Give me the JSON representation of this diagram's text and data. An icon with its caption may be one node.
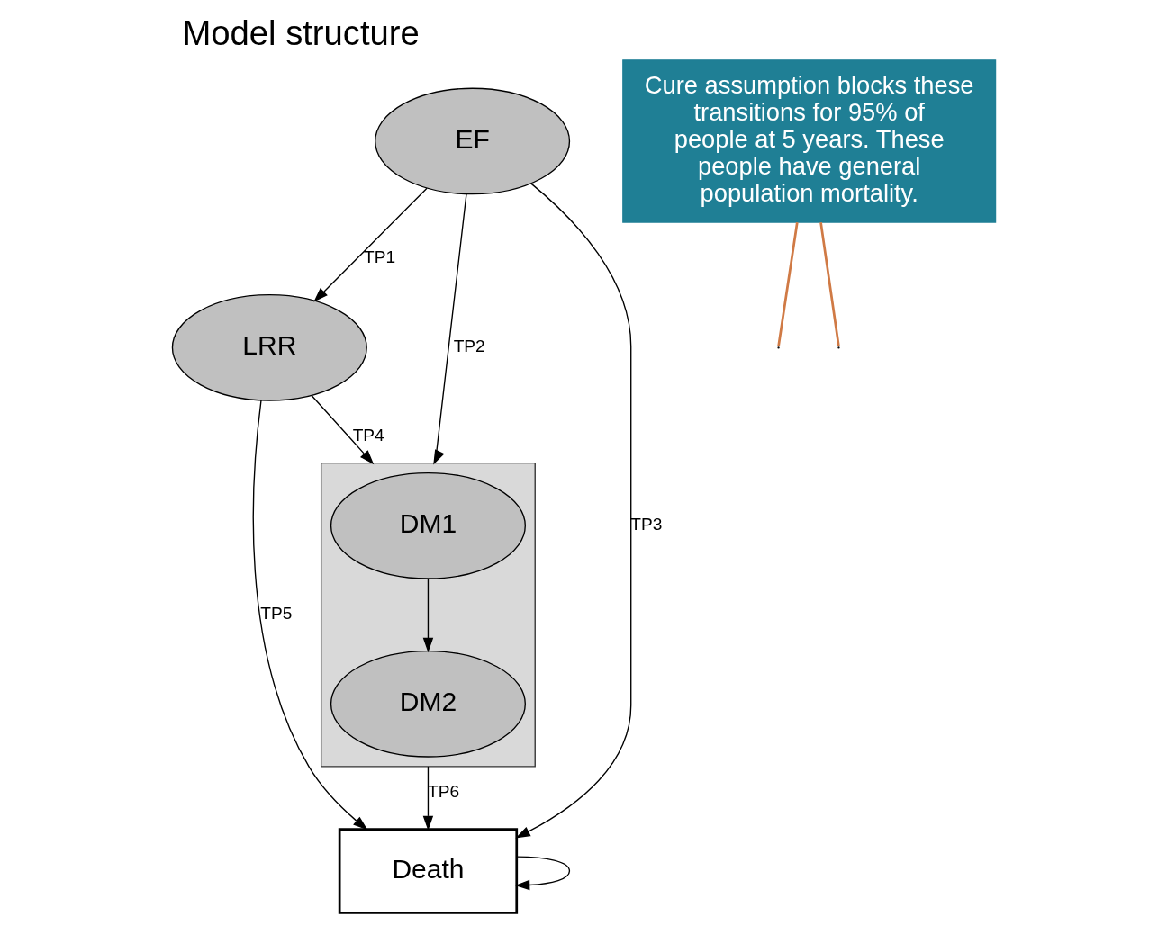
{
  "diagram": {
    "title": "Model structure",
    "nodes": [
      {
        "text": [
          "EF"
        ]
      },
      {
        "text": [
          "LRR"
        ]
      },
      {
        "text": [],
        "shape": "box"
      },
      {
        "text": [
          "DM1"
        ],
        "in": 2
      },
      {
        "text": [
          "DM2"
        ],
        "in": 2
      },
      {
        "text": [
          "Death"
        ]
      },
      {
        "text": [
          "Cure assumption blocks these transitions for 95% of people at 5 years. These people have general population mortality."
        ]
      }
    ],
    "edges": [
      {
        "from": 0,
        "to": 1,
        "arrow": "to",
        "label": "TP1"
      },
      {
        "from": 0,
        "to": 2,
        "arrow": "to",
        "label": "TP2"
      },
      {
        "from": 0,
        "to": 5,
        "arrow": "to",
        "label": "TP3"
      },
      {
        "from": 1,
        "to": 2,
        "arrow": "to",
        "label": "TP4"
      },
      {
        "from": 1,
        "to": 5,
        "arrow": "to",
        "label": "TP5"
      },
      {
        "from": 3,
        "to": 4,
        "arrow": "to"
      },
      {
        "from": 2,
        "to": 5,
        "arrow": "to",
        "label": "TP6"
      },
      {
        "from": 5,
        "to": 5,
        "arrow": "to"
      },
      {
        "from": 6,
        "to": null,
        "arrow": "none",
        "color": "#d07a45"
      },
      {
        "from": 6,
        "to": null,
        "arrow": "none",
        "color": "#d07a45"
      }
    ]
  }
}
